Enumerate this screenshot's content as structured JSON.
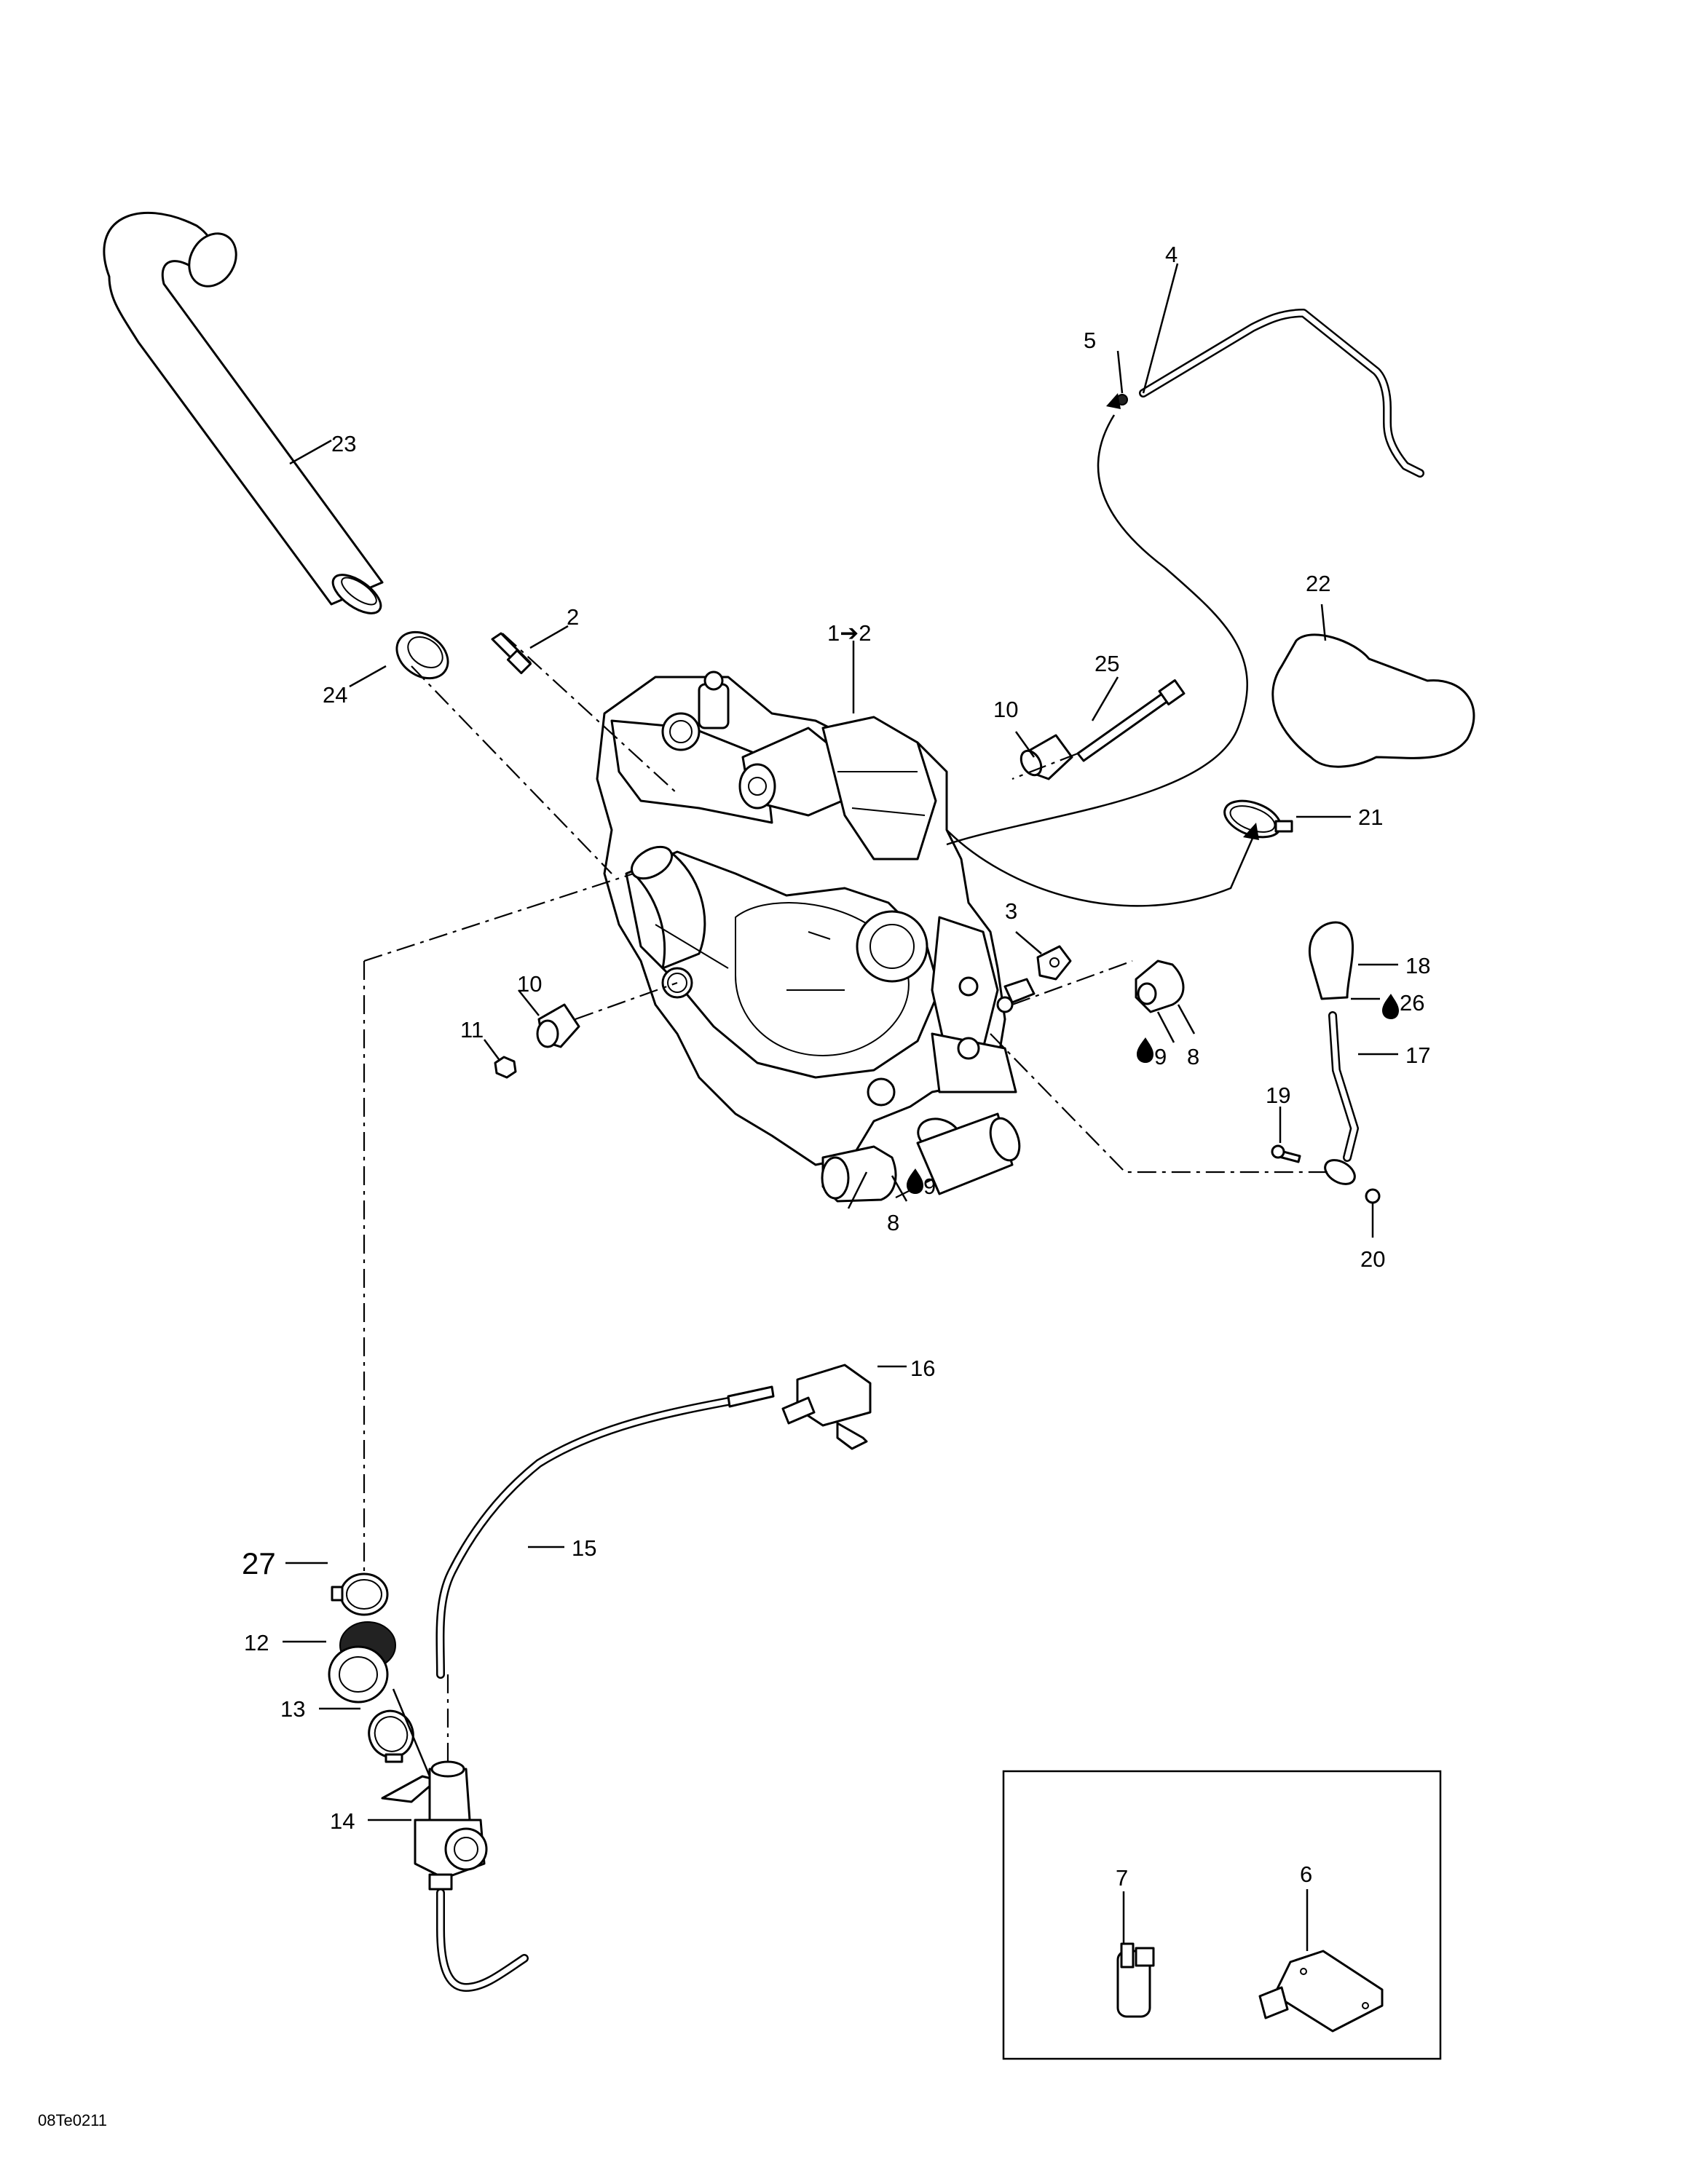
{
  "diagram": {
    "type": "exploded-parts-diagram",
    "figure_code": "08Te0211",
    "callouts": [
      {
        "id": "c1",
        "text": "1",
        "arrow": "➔",
        "ref": "2"
      },
      {
        "id": "c2",
        "text": "2"
      },
      {
        "id": "c3",
        "text": "3"
      },
      {
        "id": "c4",
        "text": "4"
      },
      {
        "id": "c5",
        "text": "5"
      },
      {
        "id": "c6",
        "text": "6"
      },
      {
        "id": "c7",
        "text": "7"
      },
      {
        "id": "c8a",
        "text": "8"
      },
      {
        "id": "c8b",
        "text": "8"
      },
      {
        "id": "c9a",
        "text": "9",
        "symbol": "oil-drop"
      },
      {
        "id": "c9b",
        "text": "9",
        "symbol": "oil-drop"
      },
      {
        "id": "c10a",
        "text": "10"
      },
      {
        "id": "c10b",
        "text": "10"
      },
      {
        "id": "c11",
        "text": "11"
      },
      {
        "id": "c12",
        "text": "12"
      },
      {
        "id": "c13",
        "text": "13"
      },
      {
        "id": "c14",
        "text": "14"
      },
      {
        "id": "c15",
        "text": "15"
      },
      {
        "id": "c16",
        "text": "16"
      },
      {
        "id": "c17",
        "text": "17"
      },
      {
        "id": "c18",
        "text": "18"
      },
      {
        "id": "c19",
        "text": "19"
      },
      {
        "id": "c20",
        "text": "20"
      },
      {
        "id": "c21",
        "text": "21"
      },
      {
        "id": "c22",
        "text": "22"
      },
      {
        "id": "c23",
        "text": "23"
      },
      {
        "id": "c24",
        "text": "24"
      },
      {
        "id": "c25",
        "text": "25"
      },
      {
        "id": "c26",
        "text": "26",
        "symbol": "oil-drop"
      },
      {
        "id": "c27",
        "text": "27"
      }
    ],
    "labels": {
      "l1": "1➔2",
      "l2": "2",
      "l3": "3",
      "l4": "4",
      "l5": "5",
      "l6": "6",
      "l7": "7",
      "l8a": "8",
      "l8b": "8",
      "l9a": "9",
      "l9b": "9",
      "l10a": "10",
      "l10b": "10",
      "l11": "11",
      "l12": "12",
      "l13": "13",
      "l14": "14",
      "l15": "15",
      "l16": "16",
      "l17": "17",
      "l18": "18",
      "l19": "19",
      "l20": "20",
      "l21": "21",
      "l22": "22",
      "l23": "23",
      "l24": "24",
      "l25": "25",
      "l26": "26",
      "l27": "27"
    },
    "oil_drop_symbol": "oil-drop-icon"
  }
}
